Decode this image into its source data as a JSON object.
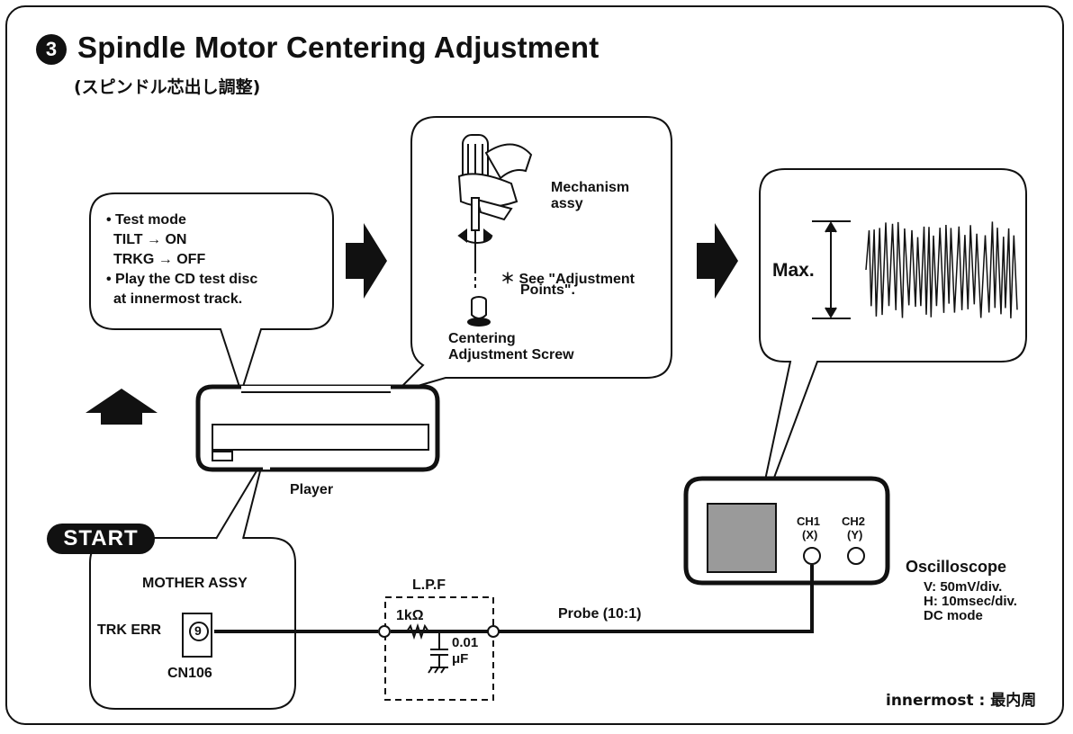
{
  "header": {
    "step_number": "3",
    "title": "Spindle Motor Centering Adjustment",
    "subtitle": "(スピンドル芯出し調整)"
  },
  "test_bubble": {
    "line1": "• Test mode",
    "line2": "TILT → ON",
    "line3": "TRKG → OFF",
    "line4": "• Play the CD test disc",
    "line5": "at innermost track."
  },
  "mechanism_bubble": {
    "mechanism_label_1": "Mechanism",
    "mechanism_label_2": "assy",
    "note_1": "＊ See \"Adjustment",
    "note_2": "Points\".",
    "screw_label_1": "Centering",
    "screw_label_2": "Adjustment Screw"
  },
  "scope_bubble": {
    "max_label": "Max."
  },
  "player": {
    "label": "Player"
  },
  "start_badge": "START",
  "mother_assy": {
    "title": "MOTHER ASSY",
    "pin_label": "TRK ERR",
    "pin_number": "9",
    "connector": "CN106"
  },
  "lpf": {
    "title": "L.P.F",
    "resistor": "1kΩ",
    "capacitor_1": "0.01",
    "capacitor_2": "μF"
  },
  "probe": {
    "label": "Probe (10:1)"
  },
  "oscilloscope": {
    "ch1": "CH1",
    "ch1_axis": "(X)",
    "ch2": "CH2",
    "ch2_axis": "(Y)",
    "name": "Oscilloscope",
    "setting_v": "V: 50mV/div.",
    "setting_h": "H: 10msec/div.",
    "setting_mode": "DC mode"
  },
  "footnote": "innermost : 最内周"
}
